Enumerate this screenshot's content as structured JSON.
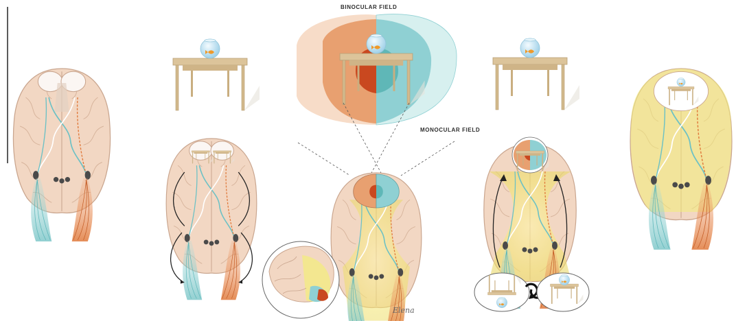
{
  "labels": {
    "binocular_field": "BINOCULAR FIELD",
    "monocular_field": "MONOCULAR FIELD"
  },
  "signature": "Elena",
  "colors": {
    "brain": "#f2d7c3",
    "brain_outline": "#c9a58e",
    "left_field": "#e8a070",
    "right_field": "#8fd0d3",
    "overlap": "#c9481f",
    "activation": "#f3ee7a",
    "table": "#d8bf92",
    "table_shadow": "#b8a583",
    "bowl": "#bfe3f2",
    "fish": "#ef9a2a"
  }
}
